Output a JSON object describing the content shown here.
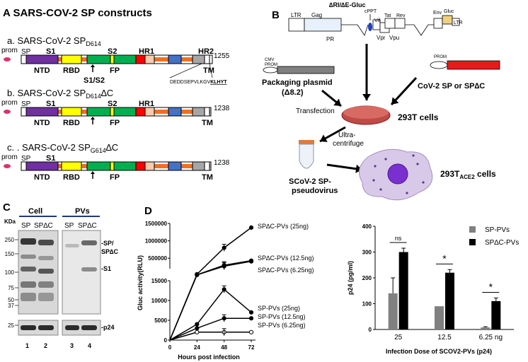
{
  "panelA": {
    "letter": "A",
    "title": "SARS-COV-2 SP constructs",
    "construct_a": {
      "label": "a. SARS-CoV-2 SP",
      "sub": "D614",
      "length": "1255",
      "tail_seq": "DEDDSEPVLKGV",
      "tail_bold": "KLHYT",
      "tm": "TM"
    },
    "construct_b": {
      "label": "b. SARS-CoV-2 SP",
      "sub": "D614",
      "suffix": "∆C",
      "length": "1238",
      "tm": "TM"
    },
    "construct_c": {
      "label": "c. . SARS-CoV-2 SP",
      "sub": "G614",
      "suffix": "∆C",
      "length": "1238",
      "tm": "TM"
    },
    "labels": {
      "prom": "prom",
      "sp": "SP",
      "s1": "S1",
      "s2": "S2",
      "hr1": "HR1",
      "hr2": "HR2",
      "ntd": "NTD",
      "rbd": "RBD",
      "s1s2": "S1/S2",
      "fp": "FP"
    },
    "colors": {
      "ntd": "#7030a0",
      "rbd": "#ffff00",
      "green": "#00b050",
      "orange": "#f07020",
      "hr1": "#ff0000",
      "peach": "#f8cbad",
      "blue": "#4472c4",
      "gray": "#a6a6a6",
      "prom": "#e0306a"
    }
  },
  "panelB": {
    "letter": "B",
    "title": "∆RI/∆E-Gluc",
    "genome": {
      "ltr": "LTR",
      "gag": "Gag",
      "pr": "PR",
      "cppt": "cPPT",
      "vif": "Vif",
      "tat": "Tat",
      "rev": "Rev",
      "vpr": "Vpr",
      "vpu": "Vpu",
      "env": "Env",
      "gluc": "Gluc",
      "ltr2": "LTR"
    },
    "cmv": "CMV",
    "prom_small": "PROM",
    "prom_right": "PROM",
    "packaging": "Packaging plasmid",
    "packaging_sub": "(Δ8.2)",
    "cov_label": "CoV-2 SP or SP∆C",
    "transfection": "Transfection",
    "cells": "293T cells",
    "ultra1": "Ultra-",
    "ultra2": "centrifuge",
    "pseudo1": "SCoV-2 SP-",
    "pseudo2": "pseudovirus",
    "target_main": "293T",
    "target_sub": "ACE2",
    "target_tail": " cells"
  },
  "panelC": {
    "letter": "C",
    "kda": "KDa",
    "group_cell": "Cell",
    "group_pvs": "PVs",
    "lanes": [
      "SP",
      "SP∆C",
      "SP",
      "SP∆C"
    ],
    "markers": [
      "250",
      "150",
      "100",
      "75",
      "50",
      "37",
      "25"
    ],
    "band_sp": "-SP/",
    "band_spdc": "SP∆C",
    "band_s1": "-S1",
    "band_p24": "-p24",
    "lane_numbers": [
      "1",
      "2",
      "3",
      "4"
    ]
  },
  "panelD": {
    "letter": "D",
    "line_chart": {
      "ylabel": "Gluc activity(RLU)",
      "xlabel": "Hours post infection",
      "yticks": [
        "1500000",
        "1000000",
        "500000",
        "15000",
        "10000",
        "5000",
        "0"
      ],
      "xticks": [
        "0",
        "24",
        "48",
        "72"
      ],
      "series_labels": [
        "SP∆C-PVs (25ng)",
        "SP∆C-PVs (12.5ng)",
        "SP∆C-PVs (6.25ng)",
        "SP-PVs (25ng)",
        "SP-PVs (12.5ng)",
        "SP-PVs (6.25ng)"
      ]
    },
    "bar_chart": {
      "ylabel": "p24 (pg/ml)",
      "xlabel": "Infection Dose of SCOV2-PVs (p24)",
      "yticks": [
        "400",
        "300",
        "200",
        "100",
        "0"
      ],
      "categories": [
        "25",
        "12.5",
        "6.25 ng"
      ],
      "legend": [
        "SP-PVs",
        "SP∆C-PVs"
      ],
      "sig": [
        "ns",
        "*",
        "*"
      ],
      "colors": {
        "sp": "#808080",
        "spdc": "#000000"
      }
    }
  },
  "chart_data": [
    {
      "type": "line",
      "xlabel": "Hours post infection",
      "ylabel": "Gluc activity(RLU)",
      "x": [
        0,
        24,
        48,
        72
      ],
      "series": [
        {
          "name": "SP∆C-PVs (25ng)",
          "values": [
            0,
            40000,
            800000,
            1380000
          ]
        },
        {
          "name": "SP∆C-PVs (12.5ng)",
          "values": [
            0,
            25000,
            300000,
            430000
          ]
        },
        {
          "name": "SP∆C-PVs (6.25ng)",
          "values": [
            0,
            22000,
            270000,
            410000
          ]
        },
        {
          "name": "SP-PVs (25ng)",
          "values": [
            0,
            4000,
            12800,
            7000
          ]
        },
        {
          "name": "SP-PVs (12.5ng)",
          "values": [
            0,
            3000,
            5500,
            5500
          ]
        },
        {
          "name": "SP-PVs (6.25ng)",
          "values": [
            0,
            2000,
            2000,
            2000
          ]
        }
      ]
    },
    {
      "type": "bar",
      "title": "",
      "xlabel": "Infection Dose of SCOV2-PVs (p24)",
      "ylabel": "p24 (pg/ml)",
      "categories": [
        "25",
        "12.5",
        "6.25 ng"
      ],
      "ylim": [
        0,
        400
      ],
      "series": [
        {
          "name": "SP-PVs",
          "values": [
            140,
            90,
            8
          ],
          "errors": [
            60,
            0,
            3
          ]
        },
        {
          "name": "SP∆C-PVs",
          "values": [
            300,
            220,
            110
          ],
          "errors": [
            15,
            12,
            12
          ]
        }
      ]
    }
  ]
}
